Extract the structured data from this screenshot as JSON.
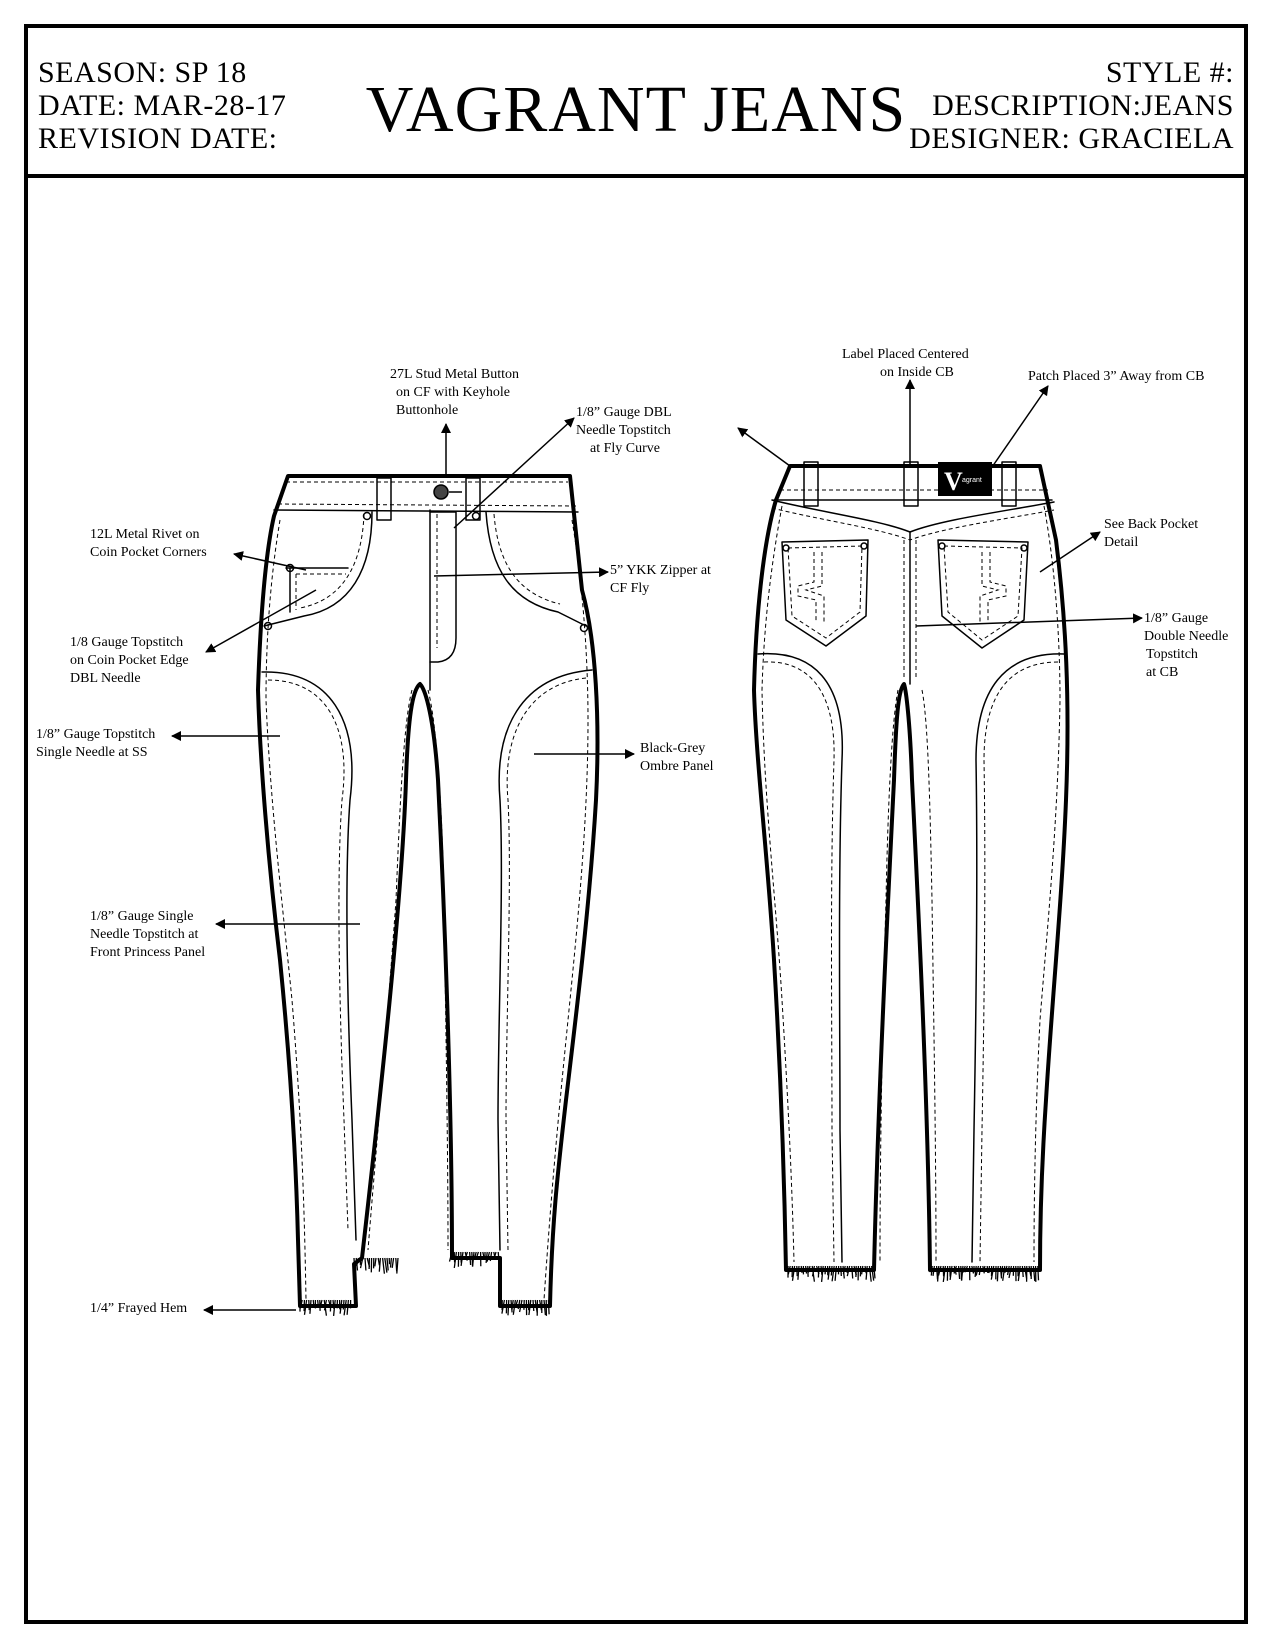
{
  "header": {
    "season": "SEASON: SP 18",
    "date": "DATE: MAR-28-17",
    "revision_date": "REVISION DATE:",
    "brand_title": "VAGRANT JEANS",
    "style_number": "STYLE #:",
    "description": "DESCRIPTION:JEANS",
    "designer": "DESIGNER: GRACIELA"
  },
  "front_callouts": {
    "button": [
      "27L Stud Metal Button",
      "on CF with Keyhole",
      "Buttonhole"
    ],
    "fly_topstitch": [
      "1/8” Gauge DBL",
      "Needle Topstitch",
      "at Fly Curve"
    ],
    "rivet": [
      "12L Metal Rivet on",
      "Coin Pocket Corners"
    ],
    "zipper": [
      "5” YKK Zipper at",
      "CF Fly"
    ],
    "coin_pocket": [
      "1/8 Gauge Topstitch",
      "on Coin Pocket Edge",
      "DBL Needle"
    ],
    "side_seam": [
      "1/8” Gauge Topstitch",
      "Single Needle at SS"
    ],
    "ombre": [
      "Black-Grey",
      "Ombre Panel"
    ],
    "princess": [
      "1/8” Gauge Single",
      "Needle Topstitch at",
      "Front Princess Panel"
    ],
    "hem": [
      "1/4” Frayed Hem"
    ]
  },
  "back_callouts": {
    "label": [
      "Label Placed Centered",
      "on Inside CB"
    ],
    "patch": [
      "Patch Placed 3” Away from CB"
    ],
    "back_pocket": [
      "See Back Pocket",
      "Detail"
    ],
    "cb_topstitch": [
      "1/8” Gauge",
      "Double Needle",
      "Topstitch",
      "at CB"
    ]
  },
  "patch_logo": {
    "letter": "V",
    "text": "agrant"
  }
}
